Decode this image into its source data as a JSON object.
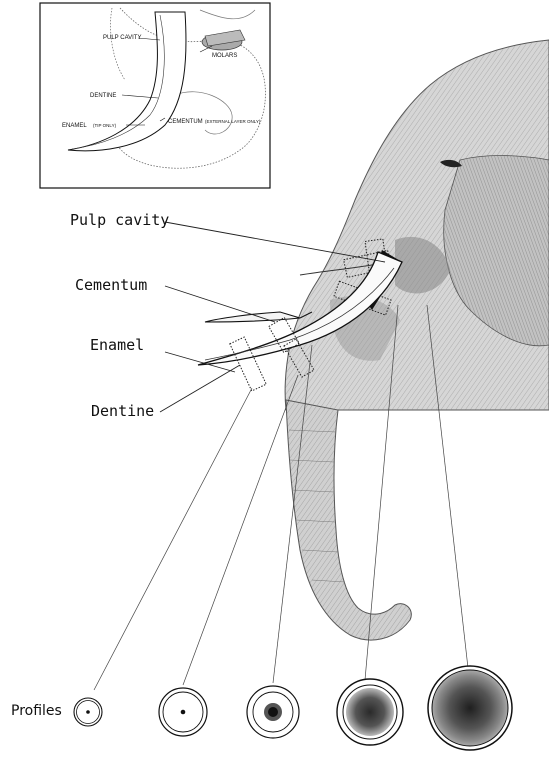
{
  "inset": {
    "pulp_cavity": "PULP CAVITY",
    "molars": "MOLARS",
    "dentine": "DENTINE",
    "enamel": "ENAMEL",
    "enamel_note": "(TIP ONLY)",
    "cementum": "CEMENTUM",
    "cementum_note": "(EXTERNAL LAYER ONLY)"
  },
  "labels": {
    "pulp_cavity": "Pulp cavity",
    "cementum": "Cementum",
    "enamel": "Enamel",
    "dentine": "Dentine",
    "profiles": "Profiles"
  }
}
